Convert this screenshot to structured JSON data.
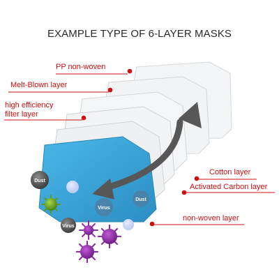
{
  "title": "EXAMPLE TYPE OF 6-LAYER MASKS",
  "layers_left": [
    "PP non-woven",
    "Melt-Blown layer",
    "high efficiency filter layer"
  ],
  "layers_right": [
    "Cotton layer",
    "Activated Carbon layer",
    "non-woven layer"
  ],
  "particles": {
    "dust": "Dust",
    "virus": "Virus"
  },
  "colors": {
    "label_red": "#d01010",
    "mask_blue": "#36a9dd",
    "layer_white": "#f3f4f6",
    "arrow_gray": "#555555",
    "virus_purple": "#8e2fa6",
    "virus_green": "#5d9a1e"
  },
  "icons": [
    "double-headed-arrow-icon",
    "virus-icon",
    "dust-particle-icon"
  ]
}
